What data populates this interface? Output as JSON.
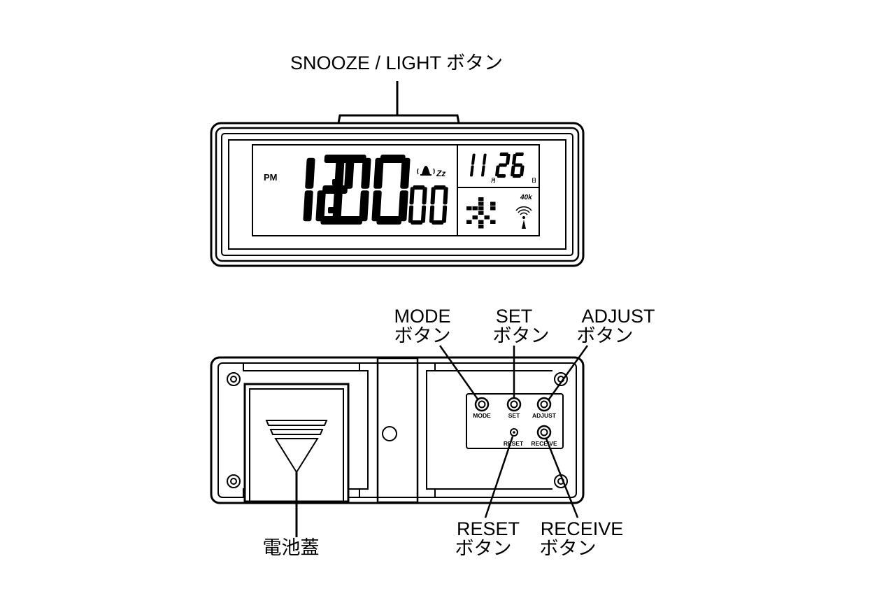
{
  "labels": {
    "snooze_light": "SNOOZE / LIGHT ボタン",
    "mode": [
      "MODE",
      "ボタン"
    ],
    "set": [
      "SET",
      "ボタン"
    ],
    "adjust": [
      "ADJUST",
      "ボタン"
    ],
    "reset": [
      "RESET",
      "ボタン"
    ],
    "receive": [
      "RECEIVE",
      "ボタン"
    ],
    "battery_cover": "電池蓋"
  },
  "display": {
    "pm": "PM",
    "time": "12:00",
    "seconds": "00",
    "month": "11",
    "day": "26",
    "month_unit": "月",
    "day_unit": "日",
    "weekday": "水",
    "frequency": "40k",
    "snooze_mark": "Zz"
  },
  "button_labels": {
    "mode": "MODE",
    "set": "SET",
    "adjust": "ADJUST",
    "reset": "RESET",
    "receive": "RECEIVE"
  },
  "icons": [
    "bell-icon",
    "antenna-icon",
    "arrow-down-icon"
  ]
}
